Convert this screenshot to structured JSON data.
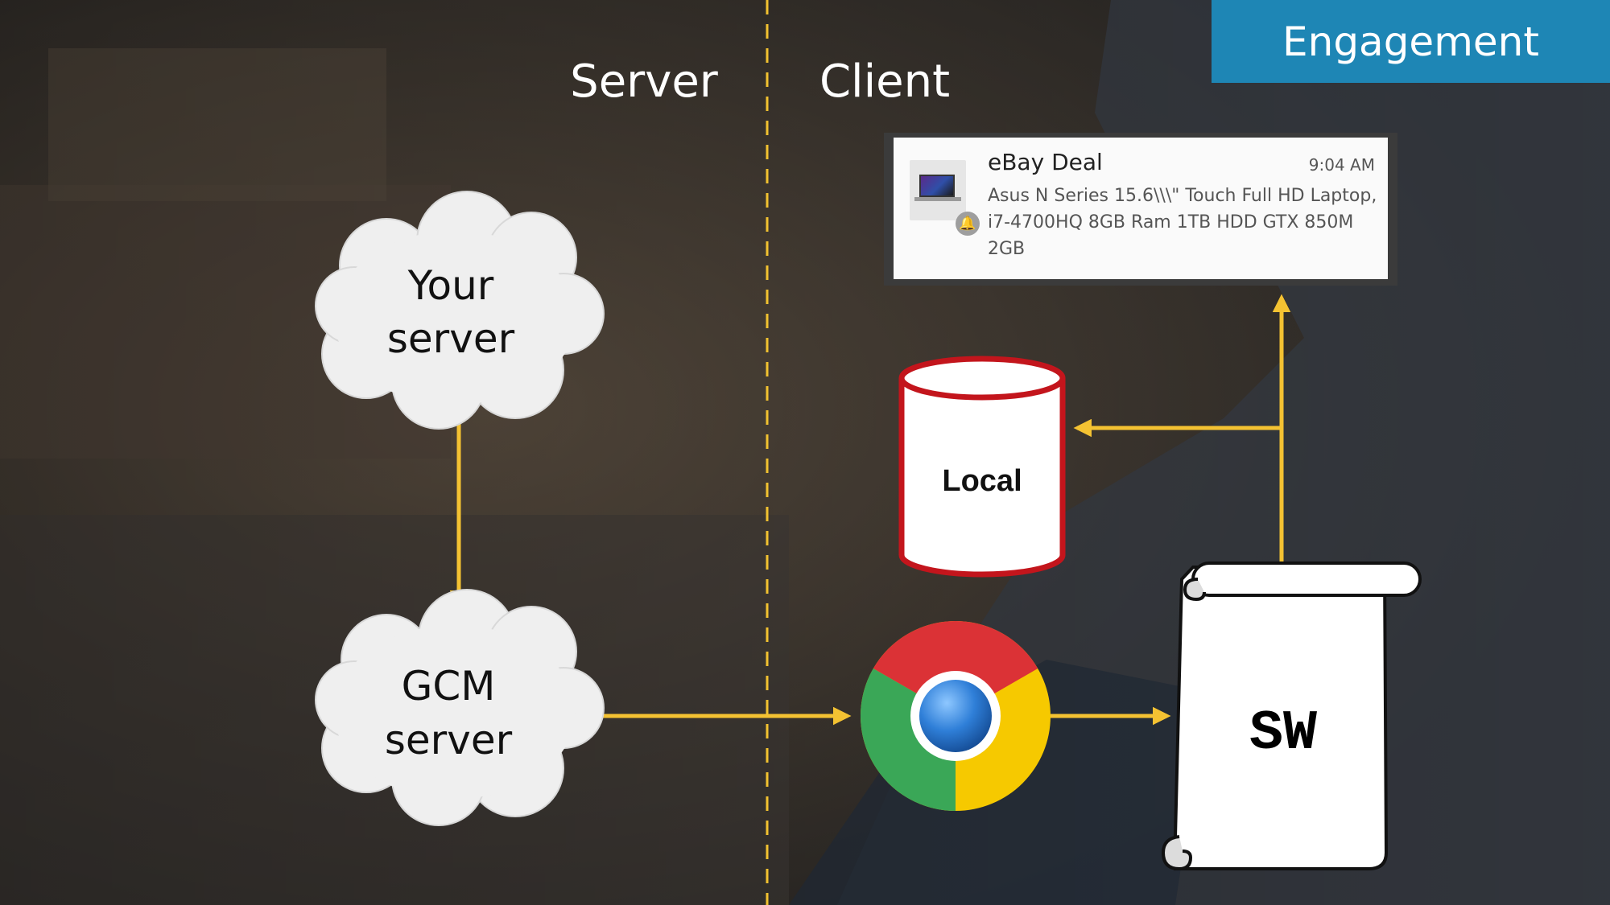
{
  "banner": {
    "label": "Engagement"
  },
  "columns": {
    "server": "Server",
    "client": "Client"
  },
  "clouds": {
    "your_server": [
      "Your",
      "server"
    ],
    "gcm_server": [
      "GCM",
      "server"
    ]
  },
  "database": {
    "label": "Local"
  },
  "service_worker": {
    "label": "SW"
  },
  "notification": {
    "title": "eBay Deal",
    "time": "9:04 AM",
    "body": "Asus N Series 15.6\\\\\\\" Touch Full HD Laptop, i7-4700HQ 8GB Ram 1TB HDD GTX 850M 2GB"
  },
  "icons": {
    "browser": "chrome-icon",
    "badge": "bell-icon",
    "thumbnail": "laptop-thumbnail"
  },
  "colors": {
    "arrow": "#f4c232",
    "divider": "#f2c230",
    "banner": "#1e86b5",
    "cloud": "#efefef",
    "db_outline": "#c3151c",
    "text_light": "#ffffff",
    "text_dark": "#111111"
  }
}
